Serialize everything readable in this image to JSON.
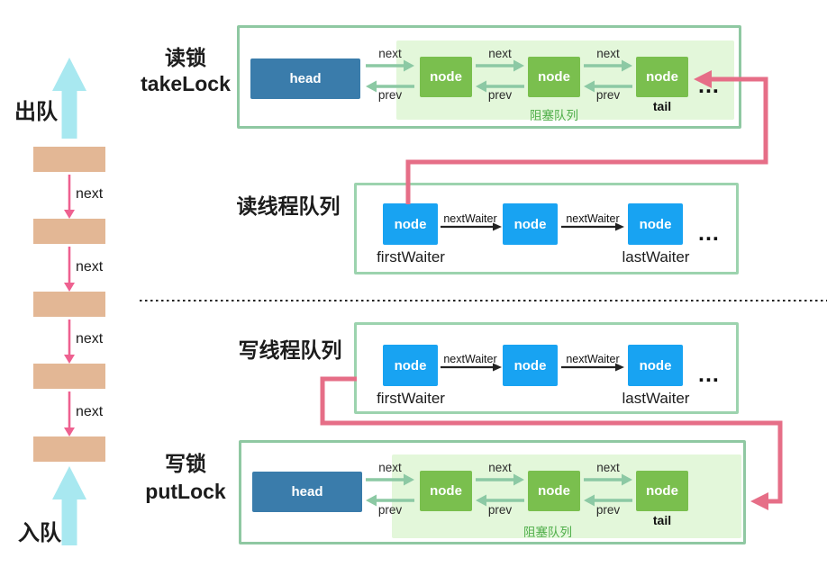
{
  "colors": {
    "pink_connector": "#e66e87",
    "pink_arrow": "#ee6190",
    "green_node": "#7abf4e",
    "blue_node": "#18a3f2",
    "head_blue": "#3a7cab",
    "panel_light_green": "#e3f7da",
    "lock_border_green": "#8fc8a2",
    "waiter_border_green": "#9cd3ae",
    "tan_item": "#e3b795",
    "cyan_arrow": "#a8e8f0",
    "blocking_label_green": "#4fae4a",
    "sage_arrow": "#8cc9a4"
  },
  "left_rail": {
    "dequeue_label": "出队",
    "enqueue_label": "入队",
    "next_label": "next"
  },
  "take_lock": {
    "title_cn": "读锁",
    "title_en": "takeLock",
    "head_label": "head",
    "node_label": "node",
    "tail_label": "tail",
    "next_label": "next",
    "prev_label": "prev",
    "blocking_queue_label": "阻塞队列",
    "ellipsis": "..."
  },
  "read_queue": {
    "title": "读线程队列",
    "node_label": "node",
    "next_waiter_label": "nextWaiter",
    "first_waiter_label": "firstWaiter",
    "last_waiter_label": "lastWaiter",
    "ellipsis": "..."
  },
  "write_queue": {
    "title": "写线程队列",
    "node_label": "node",
    "next_waiter_label": "nextWaiter",
    "first_waiter_label": "firstWaiter",
    "last_waiter_label": "lastWaiter",
    "ellipsis": "..."
  },
  "put_lock": {
    "title_cn": "写锁",
    "title_en": "putLock",
    "head_label": "head",
    "node_label": "node",
    "tail_label": "tail",
    "next_label": "next",
    "prev_label": "prev",
    "blocking_queue_label": "阻塞队列",
    "ellipsis": "..."
  }
}
